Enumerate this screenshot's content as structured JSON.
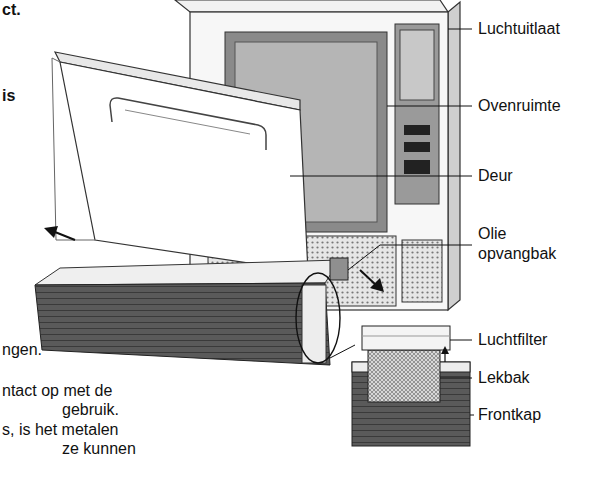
{
  "diagram": {
    "labels": [
      "ct.",
      "is",
      "Luchtuitlaat",
      "Ovenruimte",
      "Deur",
      "Olie opvangbak",
      "ngen.",
      "Luchtfilter",
      "ntact op met de",
      "Lekbak",
      "gebruik.",
      "Frontkap",
      "s, is het metalen",
      "ze kunnen"
    ]
  }
}
